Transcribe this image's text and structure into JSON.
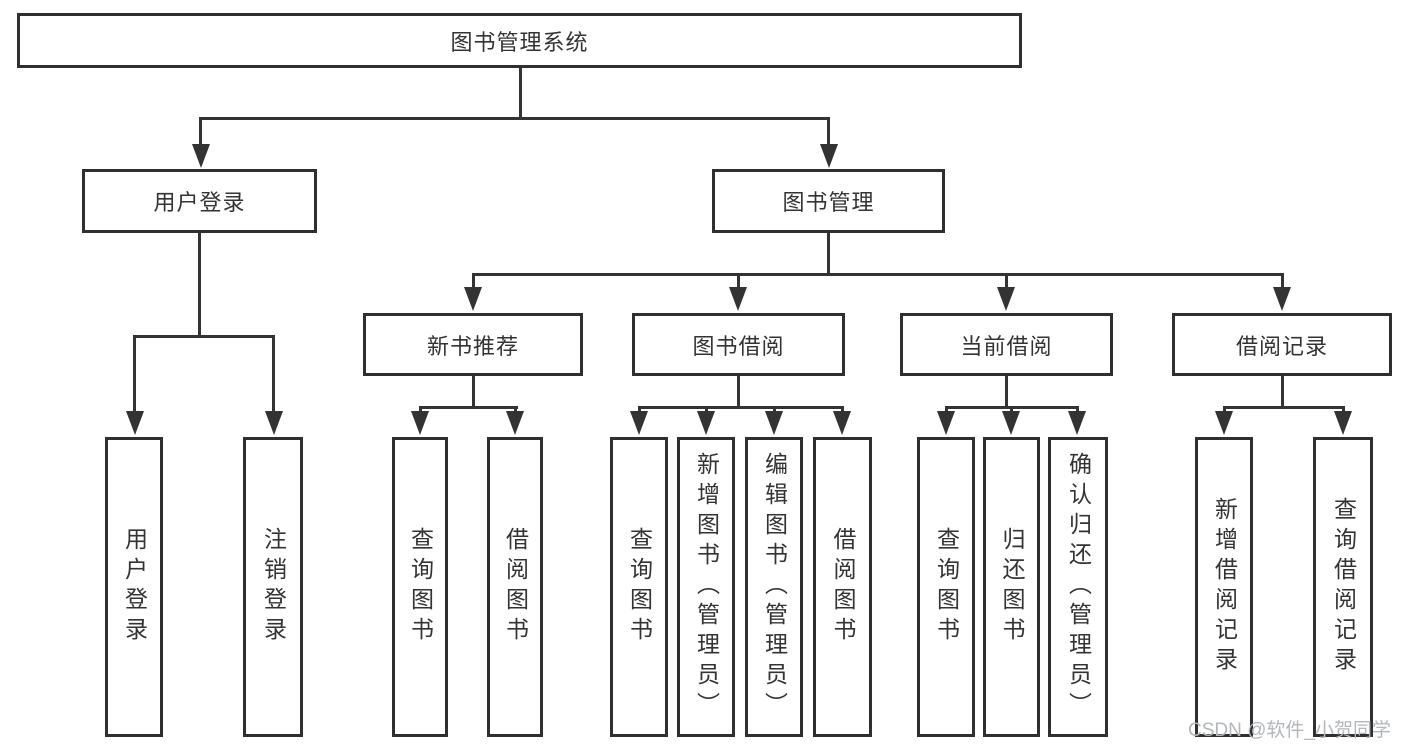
{
  "diagram": {
    "root": {
      "label": "图书管理系统"
    },
    "level2": [
      {
        "label": "用户登录"
      },
      {
        "label": "图书管理"
      }
    ],
    "level3": [
      {
        "label": "新书推荐"
      },
      {
        "label": "图书借阅"
      },
      {
        "label": "当前借阅"
      },
      {
        "label": "借阅记录"
      }
    ],
    "leaves": {
      "login": [
        {
          "label": "用户登录"
        },
        {
          "label": "注销登录"
        }
      ],
      "recommend": [
        {
          "label": "查询图书"
        },
        {
          "label": "借阅图书"
        }
      ],
      "borrow": [
        {
          "label": "查询图书"
        },
        {
          "label": "新增图书（管理员）"
        },
        {
          "label": "编辑图书（管理员）"
        },
        {
          "label": "借阅图书"
        }
      ],
      "current": [
        {
          "label": "查询图书"
        },
        {
          "label": "归还图书"
        },
        {
          "label": "确认归还（管理员）"
        }
      ],
      "records": [
        {
          "label": "新增借阅记录"
        },
        {
          "label": "查询借阅记录"
        }
      ]
    },
    "watermark": "CSDN @软件_小贺同学",
    "colors": {
      "line": "#333333",
      "box_border": "#2f2f2f",
      "box_fill": "#ffffff",
      "text": "#333333",
      "watermark": "#b3b6ba",
      "background": "#ffffff"
    }
  }
}
